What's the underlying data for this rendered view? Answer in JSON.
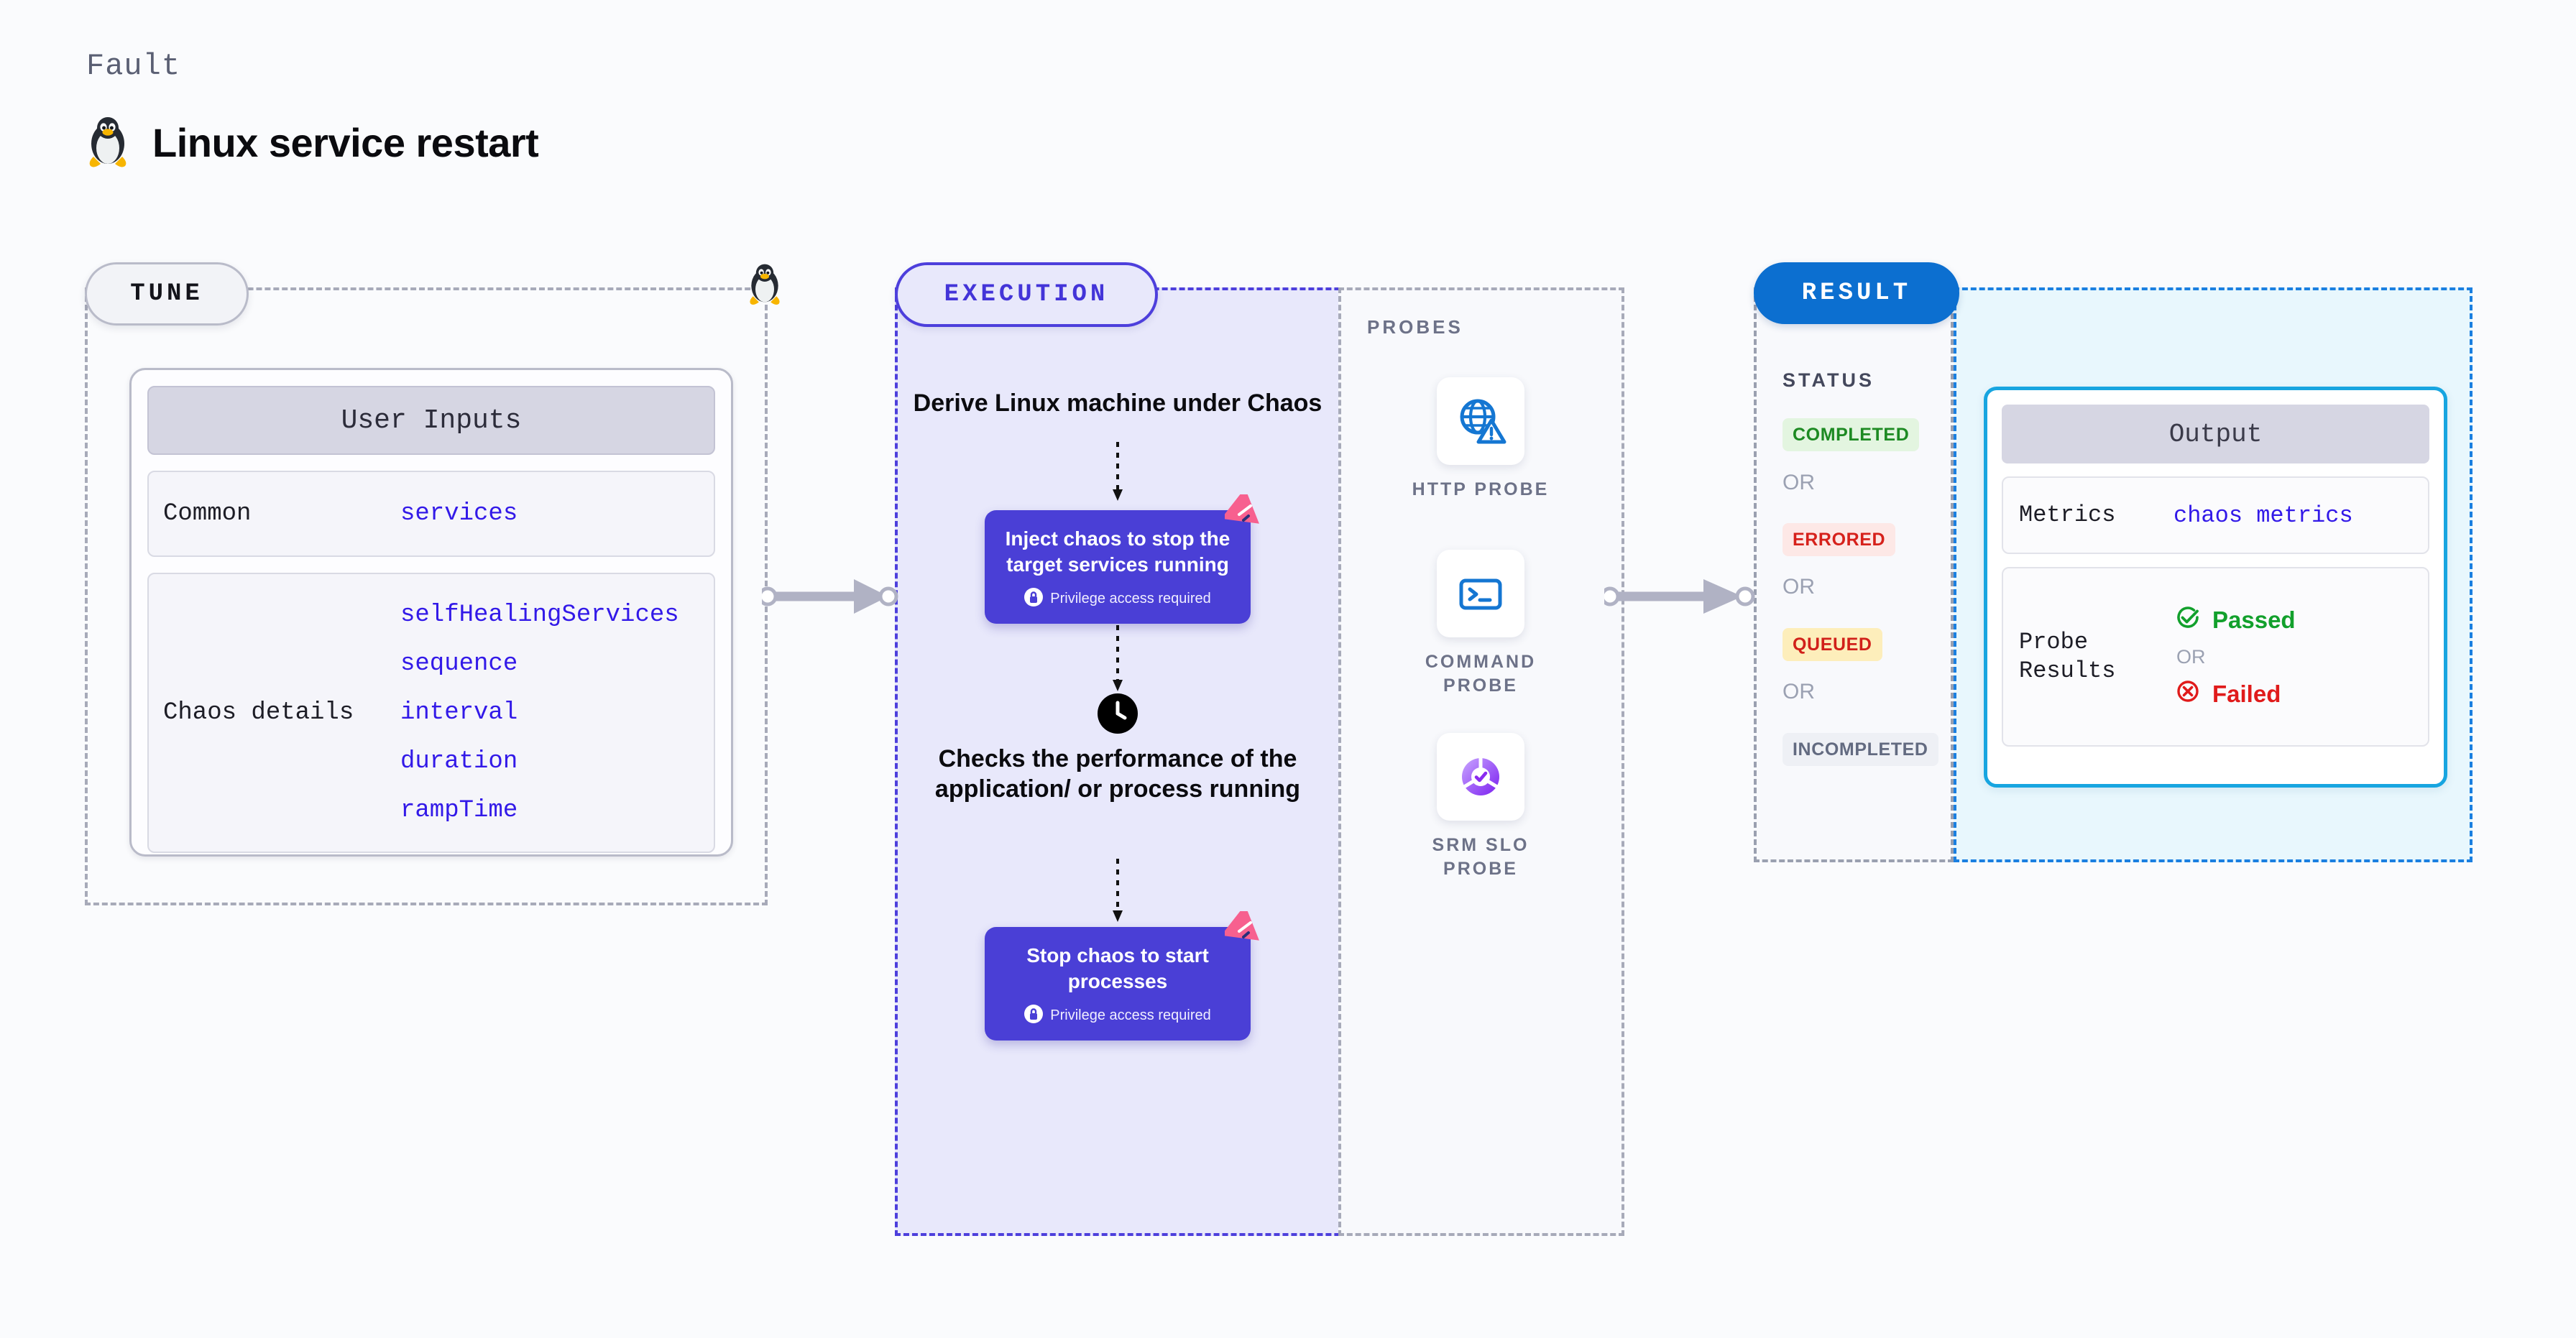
{
  "header": {
    "eyebrow": "Fault",
    "title": "Linux service restart",
    "icon": "tux-penguin-icon"
  },
  "tune": {
    "pill_label": "TUNE",
    "card": {
      "title": "User Inputs",
      "rows": [
        {
          "label": "Common",
          "values": [
            "services"
          ]
        },
        {
          "label": "Chaos details",
          "values": [
            "selfHealingServices",
            "sequence",
            "interval",
            "duration",
            "rampTime"
          ]
        }
      ]
    }
  },
  "execution": {
    "pill_label": "EXECUTION",
    "steps": [
      {
        "type": "text",
        "label": "Derive Linux machine under Chaos"
      },
      {
        "type": "action",
        "label": "Inject chaos to stop the target services running",
        "privilege": "Privilege access required",
        "badge": "chaos-action-badge"
      },
      {
        "type": "text",
        "label": "Checks the performance of the application/ or process running",
        "icon": "clock-icon"
      },
      {
        "type": "action",
        "label": "Stop chaos to start processes",
        "privilege": "Privilege access required",
        "badge": "chaos-action-badge"
      }
    ]
  },
  "probes": {
    "title": "PROBES",
    "items": [
      {
        "label": "HTTP PROBE",
        "icon": "globe-warning-icon"
      },
      {
        "label": "COMMAND PROBE",
        "icon": "terminal-icon"
      },
      {
        "label": "SRM SLO PROBE",
        "icon": "slo-donut-check-icon"
      }
    ]
  },
  "result": {
    "pill_label": "RESULT",
    "status_title": "STATUS",
    "or_label": "OR",
    "statuses": [
      {
        "label": "COMPLETED",
        "color": "#1d8a22",
        "bg": "#e3f5e0"
      },
      {
        "label": "ERRORED",
        "color": "#d6211b",
        "bg": "#fde8e6"
      },
      {
        "label": "QUEUED",
        "color": "#d1201a",
        "bg": "#fdeebb"
      },
      {
        "label": "INCOMPLETED",
        "color": "#626a80",
        "bg": "#eef0f5"
      }
    ]
  },
  "output": {
    "title": "Output",
    "metrics_label": "Metrics",
    "metrics_value": "chaos metrics",
    "probe_results_label": "Probe Results",
    "passed_label": "Passed",
    "failed_label": "Failed",
    "or_label": "OR"
  },
  "colors": {
    "accent_indigo": "#4a3fd6",
    "accent_blue": "#0c6fd0",
    "accent_cyan": "#17a5e0",
    "accent_pink": "#f7608f",
    "mono_value": "#3219e8"
  }
}
